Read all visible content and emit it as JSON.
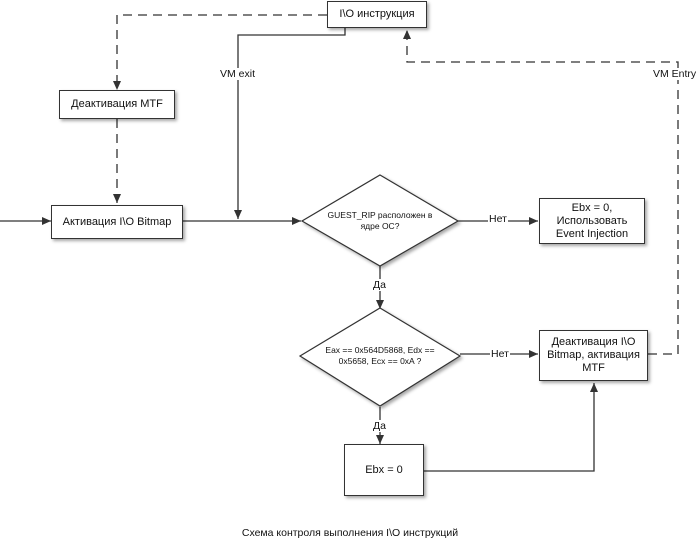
{
  "nodes": {
    "io_instruction": "I\\O инструкция",
    "deactivate_mtf": "Деактивация MTF",
    "activate_io_bitmap": "Активация I\\O Bitmap",
    "guest_rip_question": "GUEST_RIP расположен в ядре ОС?",
    "ebx_zero_event_injection": "Ebx = 0, Использовать Event Injection",
    "registers_question": "Eax == 0x564D5868, Edx == 0x5658, Ecx == 0xA ?",
    "deactivate_bitmap_activate_mtf": "Деактивация I\\O Bitmap, активация MTF",
    "ebx_zero": "Ebx = 0"
  },
  "edge_labels": {
    "vm_exit": "VM exit",
    "vm_entry": "VM Entry",
    "no_1": "Нет",
    "yes_1": "Да",
    "no_2": "Нет",
    "yes_2": "Да"
  },
  "caption": "Схема контроля выполнения I\\O инструкций",
  "colors": {
    "line": "#333333",
    "box_border": "#333333",
    "background": "#ffffff"
  }
}
